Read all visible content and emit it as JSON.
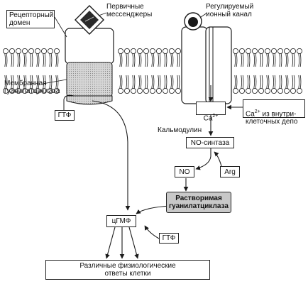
{
  "labels": {
    "receptor_domain": "Рецепторный\nдомен",
    "primary_messengers": "Первичные\nмессенджеры",
    "regulated_channel": "Регулируемый\nионный канал",
    "membrane_gc": "Мембранная\nгуанилатциклаза",
    "gtp_top": "ГТФ",
    "ca_ion": "Ca",
    "ca_ion_charge": "2+",
    "ca_depot_ion": "Ca",
    "ca_depot_charge": "2+",
    "ca_depot_text": " из внутри-\nклеточных депо",
    "calmodulin": "Кальмодулин",
    "no_synthase": "NO-синтаза",
    "no": "NO",
    "arg": "Arg",
    "soluble_gc": "Растворимая\nгуанилатциклаза",
    "cgmp": "цГМФ",
    "gtp_bottom": "ГТФ",
    "responses": "Различные физиологические\nответы клетки"
  },
  "colors": {
    "line": "#1a1a1a",
    "shade": "#c8c8c8",
    "membrane_head": "#ffffff"
  }
}
